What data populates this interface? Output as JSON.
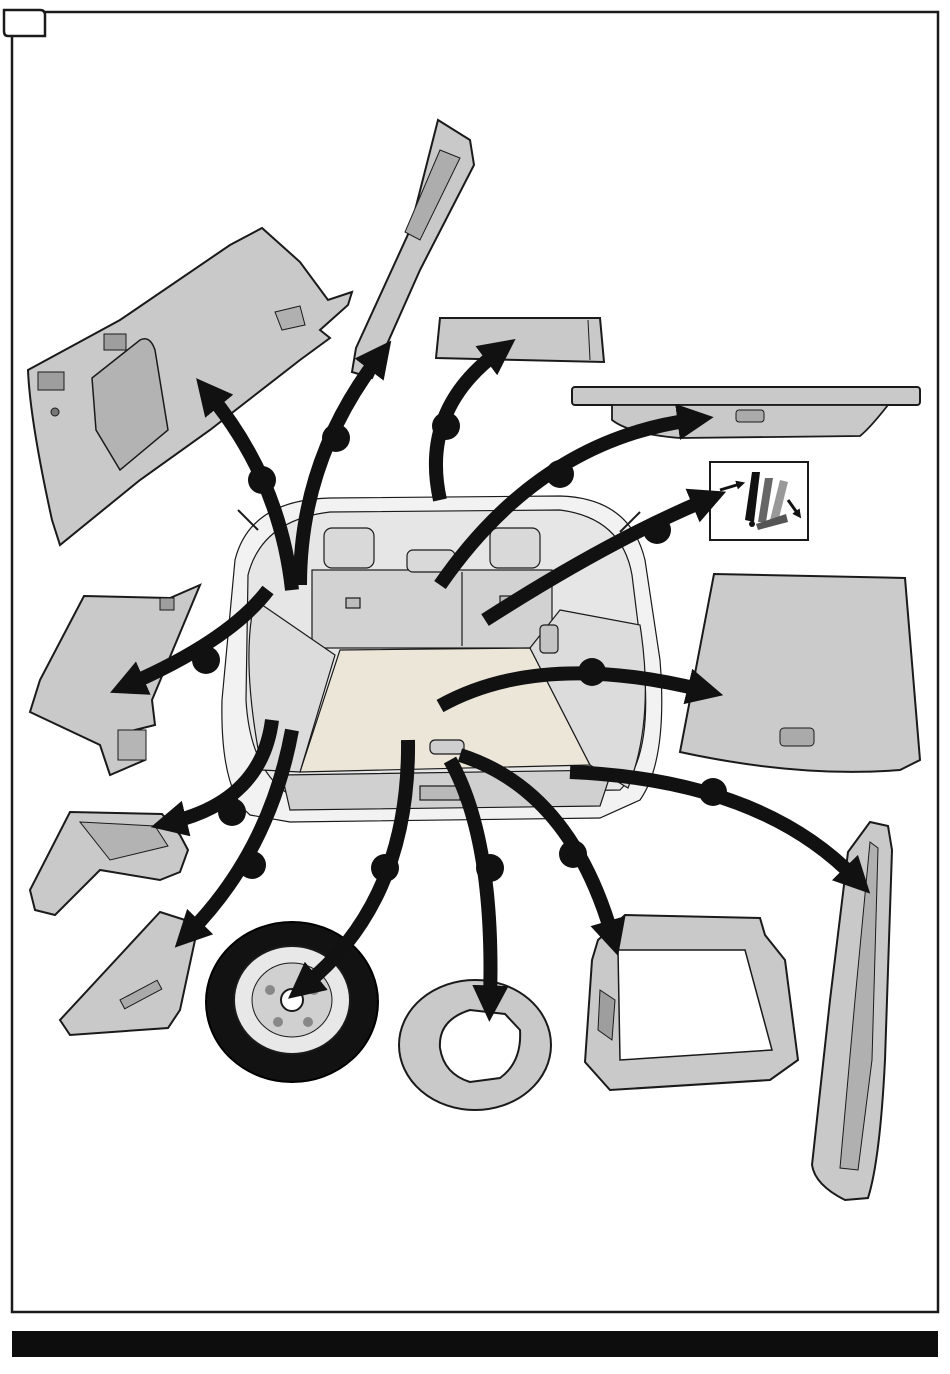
{
  "figure": {
    "step_box_label": "",
    "colors": {
      "panel_fill": "#c9c9c9",
      "panel_dark": "#9e9e9e",
      "outline": "#1a1a1a",
      "arrow": "#111111",
      "frame": "#1a1a1a",
      "bottom_bar": "#0d0d0d"
    },
    "removed_parts": [
      {
        "part": "left-quarter-trim-panel"
      },
      {
        "part": "left-pillar-trim-strip"
      },
      {
        "part": "rear-header-trim"
      },
      {
        "part": "luggage-cover-roller"
      },
      {
        "part": "rear-seat-fold-pictogram"
      },
      {
        "part": "cargo-floor-board"
      },
      {
        "part": "lower-left-side-trim"
      },
      {
        "part": "left-rear-corner-trim"
      },
      {
        "part": "left-lamp-trim"
      },
      {
        "part": "spare-wheel"
      },
      {
        "part": "tyre-foam-insert"
      },
      {
        "part": "floor-storage-tray"
      },
      {
        "part": "rear-sill-scuff-plate"
      },
      {
        "part": "left-bumper-trim"
      }
    ]
  }
}
